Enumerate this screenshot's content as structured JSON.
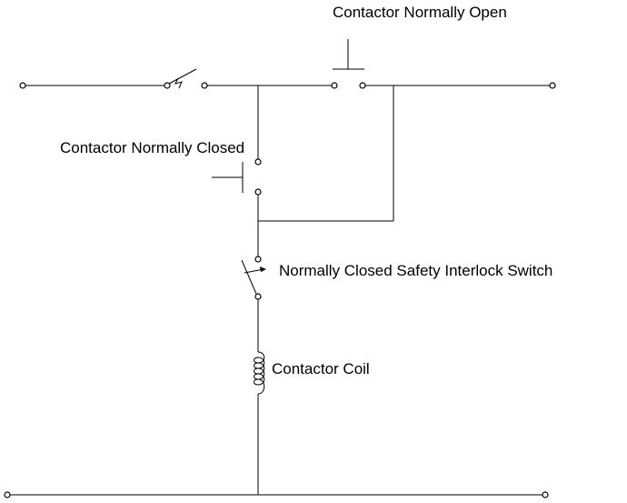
{
  "labels": {
    "contactor_no": "Contactor Normally Open",
    "contactor_nc": "Contactor Normally Closed",
    "interlock": "Normally Closed Safety Interlock Switch",
    "coil": "Contactor Coil"
  },
  "colors": {
    "line": "#000000",
    "background": "#ffffff"
  }
}
